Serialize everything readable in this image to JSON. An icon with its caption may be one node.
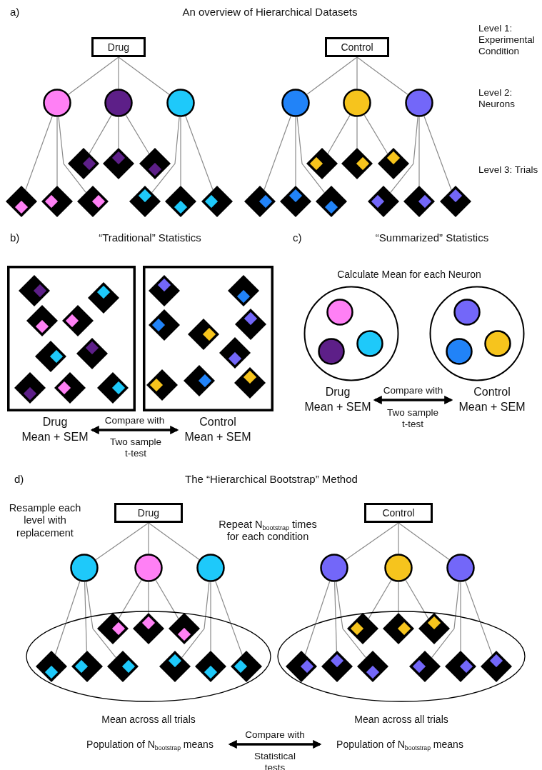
{
  "diagram": {
    "nodes": [
      {
        "text": [
          "Drug"
        ]
      },
      {
        "text": [
          "Control"
        ]
      },
      {
        "text": [],
        "shape": "circle"
      },
      {
        "text": [],
        "shape": "circle"
      },
      {
        "text": [],
        "shape": "circle"
      },
      {
        "text": [],
        "shape": "circle"
      },
      {
        "text": [],
        "shape": "circle"
      },
      {
        "text": [],
        "shape": "circle"
      },
      {
        "text": [],
        "shape": "diamond"
      },
      {
        "text": [],
        "shape": "diamond"
      },
      {
        "text": [],
        "shape": "diamond"
      },
      {
        "text": [],
        "shape": "diamond"
      },
      {
        "text": [],
        "shape": "diamond"
      },
      {
        "text": [],
        "shape": "diamond"
      },
      {
        "text": [],
        "shape": "diamond"
      },
      {
        "text": [],
        "shape": "diamond"
      },
      {
        "text": [],
        "shape": "diamond"
      },
      {
        "text": [],
        "shape": "diamond"
      },
      {
        "text": [],
        "shape": "diamond"
      },
      {
        "text": [],
        "shape": "diamond"
      },
      {
        "text": [],
        "shape": "diamond"
      },
      {
        "text": [],
        "shape": "diamond"
      },
      {
        "text": [],
        "shape": "diamond"
      },
      {
        "text": [],
        "shape": "diamond"
      },
      {
        "text": [],
        "shape": "diamond"
      },
      {
        "text": [],
        "shape": "diamond"
      },
      {
        "text": [],
        "shape": "box"
      },
      {
        "text": [],
        "shape": "box"
      },
      {
        "text": [],
        "shape": "diamond",
        "in": 26
      },
      {
        "text": [],
        "shape": "diamond",
        "in": 26
      },
      {
        "text": [],
        "shape": "diamond",
        "in": 26
      },
      {
        "text": [],
        "shape": "diamond",
        "in": 26
      },
      {
        "text": [],
        "shape": "diamond",
        "in": 26
      },
      {
        "text": [],
        "shape": "diamond",
        "in": 26
      },
      {
        "text": [],
        "shape": "diamond",
        "in": 26
      },
      {
        "text": [],
        "shape": "diamond",
        "in": 26
      },
      {
        "text": [],
        "shape": "diamond",
        "in": 26
      },
      {
        "text": [],
        "shape": "diamond",
        "in": 27
      },
      {
        "text": [],
        "shape": "diamond",
        "in": 27
      },
      {
        "text": [],
        "shape": "diamond",
        "in": 27
      },
      {
        "text": [],
        "shape": "diamond",
        "in": 27
      },
      {
        "text": [],
        "shape": "diamond",
        "in": 27
      },
      {
        "text": [],
        "shape": "diamond",
        "in": 27
      },
      {
        "text": [],
        "shape": "diamond",
        "in": 27
      },
      {
        "text": [],
        "shape": "diamond",
        "in": 27
      },
      {
        "text": [],
        "shape": "diamond",
        "in": 27
      },
      {
        "text": [],
        "shape": "circle"
      },
      {
        "text": [],
        "shape": "circle"
      },
      {
        "text": [],
        "shape": "circle",
        "in": 46
      },
      {
        "text": [],
        "shape": "circle",
        "in": 46
      },
      {
        "text": [],
        "shape": "circle",
        "in": 46
      },
      {
        "text": [],
        "shape": "circle",
        "in": 47
      },
      {
        "text": [],
        "shape": "circle",
        "in": 47
      },
      {
        "text": [],
        "shape": "circle",
        "in": 47
      },
      {
        "text": [
          "Drug",
          "Mean + SEM"
        ]
      },
      {
        "text": [
          "Control",
          "Mean + SEM"
        ]
      },
      {
        "text": [
          "Drug",
          "Mean + SEM"
        ]
      },
      {
        "text": [
          "Control",
          "Mean + SEM"
        ]
      },
      {
        "text": [
          "Drug"
        ]
      },
      {
        "text": [
          "Control"
        ]
      },
      {
        "text": [],
        "shape": "circle"
      },
      {
        "text": [],
        "shape": "circle"
      },
      {
        "text": [],
        "shape": "circle"
      },
      {
        "text": [],
        "shape": "circle"
      },
      {
        "text": [],
        "shape": "circle"
      },
      {
        "text": [],
        "shape": "circle"
      },
      {
        "text": [],
        "shape": "ellipse",
        "beside": [
          "Mean across all trials"
        ]
      },
      {
        "text": [],
        "shape": "ellipse",
        "beside": [
          "Mean across all trials"
        ]
      },
      {
        "text": [],
        "shape": "diamond",
        "in": 66
      },
      {
        "text": [],
        "shape": "diamond",
        "in": 66
      },
      {
        "text": [],
        "shape": "diamond",
        "in": 66
      },
      {
        "text": [],
        "shape": "diamond",
        "in": 67
      },
      {
        "text": [],
        "shape": "diamond",
        "in": 67
      },
      {
        "text": [],
        "shape": "diamond",
        "in": 67
      },
      {
        "text": [],
        "shape": "diamond",
        "in": 66
      },
      {
        "text": [],
        "shape": "diamond",
        "in": 66
      },
      {
        "text": [],
        "shape": "diamond",
        "in": 66
      },
      {
        "text": [],
        "shape": "diamond",
        "in": 66
      },
      {
        "text": [],
        "shape": "diamond",
        "in": 66
      },
      {
        "text": [],
        "shape": "diamond",
        "in": 66
      },
      {
        "text": [],
        "shape": "diamond",
        "in": 67
      },
      {
        "text": [],
        "shape": "diamond",
        "in": 67
      },
      {
        "text": [],
        "shape": "diamond",
        "in": 67
      },
      {
        "text": [],
        "shape": "diamond",
        "in": 67
      },
      {
        "text": [],
        "shape": "diamond",
        "in": 67
      },
      {
        "text": [],
        "shape": "diamond",
        "in": 67
      },
      {
        "text": [
          "Population of N$_{bootstrap}$ means"
        ]
      },
      {
        "text": [
          "Population of N$_{bootstrap}$ means"
        ]
      }
    ],
    "edges": [
      {
        "from": 0,
        "to": 2,
        "arrow": "none"
      },
      {
        "from": 0,
        "to": 3,
        "arrow": "none"
      },
      {
        "from": 0,
        "to": 4,
        "arrow": "none"
      },
      {
        "from": 1,
        "to": 5,
        "arrow": "none"
      },
      {
        "from": 1,
        "to": 6,
        "arrow": "none"
      },
      {
        "from": 1,
        "to": 7,
        "arrow": "none"
      },
      {
        "from": 2,
        "to": 14,
        "arrow": "none"
      },
      {
        "from": 2,
        "to": 15,
        "arrow": "none"
      },
      {
        "from": 2,
        "to": 16,
        "arrow": "none"
      },
      {
        "from": 3,
        "to": 8,
        "arrow": "none"
      },
      {
        "from": 3,
        "to": 9,
        "arrow": "none"
      },
      {
        "from": 3,
        "to": 10,
        "arrow": "none"
      },
      {
        "from": 4,
        "to": 17,
        "arrow": "none"
      },
      {
        "from": 4,
        "to": 18,
        "arrow": "none"
      },
      {
        "from": 4,
        "to": 19,
        "arrow": "none"
      },
      {
        "from": 5,
        "to": 20,
        "arrow": "none"
      },
      {
        "from": 5,
        "to": 21,
        "arrow": "none"
      },
      {
        "from": 5,
        "to": 22,
        "arrow": "none"
      },
      {
        "from": 6,
        "to": 11,
        "arrow": "none"
      },
      {
        "from": 6,
        "to": 12,
        "arrow": "none"
      },
      {
        "from": 6,
        "to": 13,
        "arrow": "none"
      },
      {
        "from": 7,
        "to": 23,
        "arrow": "none"
      },
      {
        "from": 7,
        "to": 24,
        "arrow": "none"
      },
      {
        "from": 7,
        "to": 25,
        "arrow": "none"
      },
      {
        "from": 54,
        "to": 55,
        "arrow": "both",
        "label": "Compare with",
        "style": "thick",
        "color": "#000000"
      },
      {
        "from": 56,
        "to": 57,
        "arrow": "both",
        "label": "Compare with",
        "style": "thick",
        "color": "#000000"
      },
      {
        "from": 58,
        "to": 60,
        "arrow": "none"
      },
      {
        "from": 58,
        "to": 61,
        "arrow": "none"
      },
      {
        "from": 58,
        "to": 62,
        "arrow": "none"
      },
      {
        "from": 59,
        "to": 63,
        "arrow": "none"
      },
      {
        "from": 59,
        "to": 64,
        "arrow": "none"
      },
      {
        "from": 59,
        "to": 65,
        "arrow": "none"
      },
      {
        "from": 60,
        "to": 74,
        "arrow": "none"
      },
      {
        "from": 60,
        "to": 75,
        "arrow": "none"
      },
      {
        "from": 60,
        "to": 76,
        "arrow": "none"
      },
      {
        "from": 61,
        "to": 68,
        "arrow": "none"
      },
      {
        "from": 61,
        "to": 69,
        "arrow": "none"
      },
      {
        "from": 61,
        "to": 70,
        "arrow": "none"
      },
      {
        "from": 62,
        "to": 77,
        "arrow": "none"
      },
      {
        "from": 62,
        "to": 78,
        "arrow": "none"
      },
      {
        "from": 62,
        "to": 79,
        "arrow": "none"
      },
      {
        "from": 63,
        "to": 80,
        "arrow": "none"
      },
      {
        "from": 63,
        "to": 81,
        "arrow": "none"
      },
      {
        "from": 63,
        "to": 82,
        "arrow": "none"
      },
      {
        "from": 64,
        "to": 71,
        "arrow": "none"
      },
      {
        "from": 64,
        "to": 72,
        "arrow": "none"
      },
      {
        "from": 64,
        "to": 73,
        "arrow": "none"
      },
      {
        "from": 65,
        "to": 83,
        "arrow": "none"
      },
      {
        "from": 65,
        "to": 84,
        "arrow": "none"
      },
      {
        "from": 65,
        "to": 85,
        "arrow": "none"
      },
      {
        "from": 86,
        "to": 87,
        "arrow": "both",
        "label": "Compare with",
        "style": "thick",
        "color": "#000000"
      }
    ],
    "labels": [
      "a)",
      "An overview of Hierarchical Datasets",
      "Level 1: Experimental Condition",
      "Level 2: Neurons",
      "Level 3: Trials",
      "b)",
      "“Traditional” Statistics",
      "c)",
      "“Summarized” Statistics",
      "Calculate Mean for each Neuron",
      "Two sample t-test",
      "Two sample t-test",
      "d)",
      "The “Hierarchical Bootstrap” Method",
      "Resample each level with replacement",
      "Repeat N$_{bootstrap}$ times for each condition",
      "Statistical tests"
    ]
  }
}
